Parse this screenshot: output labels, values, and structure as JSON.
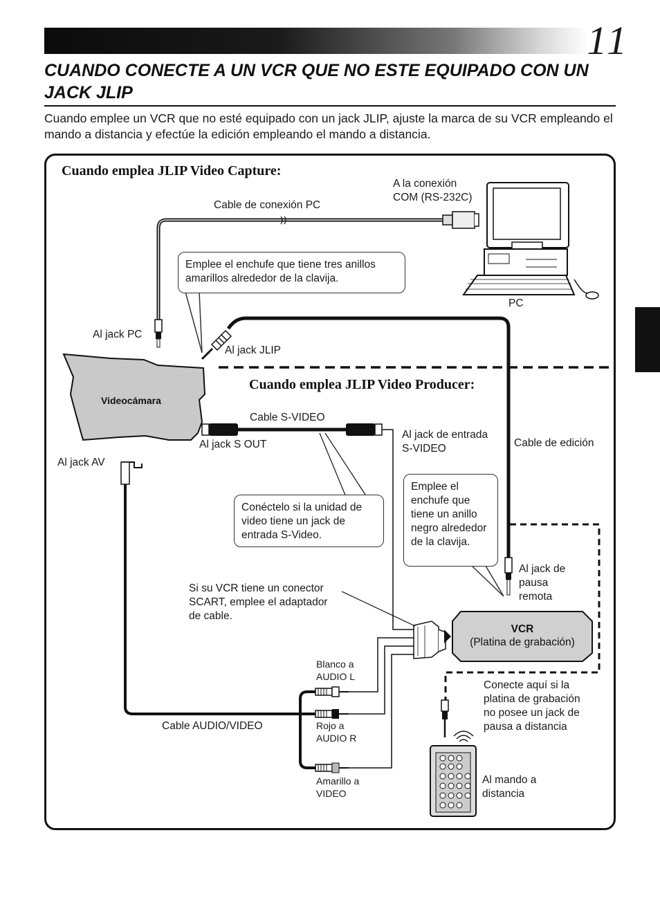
{
  "page": {
    "number": "11",
    "title": "CUANDO CONECTE A UN VCR QUE NO ESTE EQUIPADO CON UN JACK JLIP",
    "intro": "Cuando emplee un VCR que no esté equipado con un jack JLIP, ajuste la marca de su VCR empleando el mando a distancia y efectúe la edición empleando el mando a distancia."
  },
  "diagram": {
    "section_capture": "Cuando emplea JLIP Video Capture:",
    "section_producer": "Cuando emplea JLIP Video Producer:",
    "labels": {
      "com_port": "A la conexión\nCOM (RS-232C)",
      "pc_cable": "Cable de conexión PC",
      "pc": "PC",
      "jack_pc": "Al jack PC",
      "jack_jlip": "Al jack JLIP",
      "camcorder": "Videocámara",
      "svideo_cable": "Cable S-VIDEO",
      "jack_sout": "Al jack S OUT",
      "svideo_in": "Al jack de entrada\nS-VIDEO",
      "edit_cable": "Cable de edición",
      "jack_av": "Al jack AV",
      "remote_pause": "Al jack de\npausa\nremota",
      "scart": "Si su VCR tiene un conector\nSCART, emplee el adaptador\nde cable.",
      "vcr_title": "VCR",
      "vcr_sub": "(Platina de grabación)",
      "white_audio": "Blanco a\nAUDIO L",
      "red_audio": "Rojo a\nAUDIO R",
      "yellow_video": "Amarillo a\nVIDEO",
      "av_cable": "Cable AUDIO/VIDEO",
      "connect_here": "Conecte aquí si la\nplatina de grabación\nno posee un jack de\npausa a distancia",
      "remote": "Al mando a\ndistancia"
    },
    "callouts": {
      "three_rings": "Emplee el enchufe que tiene tres anillos\namarillos alrededor de la clavija.",
      "svideo_note": "Conéctelo si la unidad\nde video tiene un jack de\nentrada S-Video.",
      "black_ring": "Emplee el\nenchufe que\ntiene un anillo\nnegro\nalrededor de la\nclavija."
    }
  }
}
